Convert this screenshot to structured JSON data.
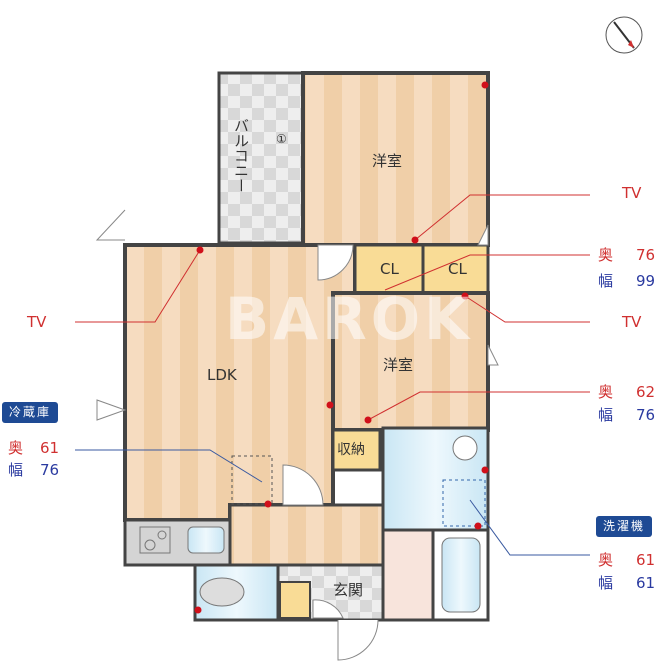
{
  "rooms": {
    "western1": "洋室",
    "western2": "洋室",
    "ldk": "LDK",
    "balcony": "バルコニー",
    "balcony_mark": "①",
    "cl1": "CL",
    "cl2": "CL",
    "storage": "収納",
    "entrance": "玄関"
  },
  "watermark": "BAROK",
  "annotations": {
    "tv_top": "TV",
    "tv_right": "TV",
    "tv_left": "TV",
    "cl_depth_label": "奥",
    "cl_depth": "76",
    "cl_width_label": "幅",
    "cl_width": "99",
    "w2_depth_label": "奥",
    "w2_depth": "62",
    "w2_width_label": "幅",
    "w2_width": "76",
    "fridge": {
      "title": "冷蔵庫",
      "depth_label": "奥",
      "depth": "61",
      "width_label": "幅",
      "width": "76"
    },
    "washer": {
      "title": "洗濯機",
      "depth_label": "奥",
      "depth": "61",
      "width_label": "幅",
      "width": "61"
    }
  },
  "colors": {
    "badge": "#1e4a94",
    "depth": "#d03030",
    "width": "#2a3aa0",
    "outlet": "#d0101a"
  }
}
